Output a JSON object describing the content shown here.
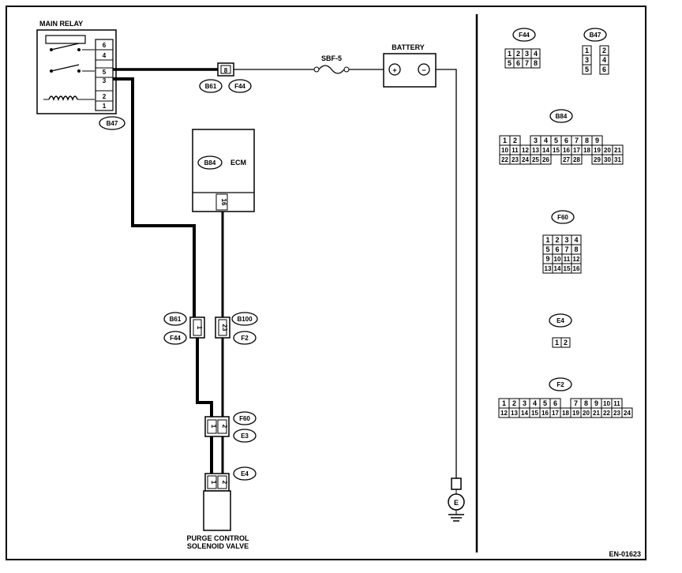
{
  "components": {
    "main_relay": {
      "label": "MAIN RELAY",
      "pins": [
        "6",
        "4",
        "5",
        "3",
        "2",
        "1"
      ]
    },
    "battery": {
      "label": "BATTERY",
      "plus": "+",
      "minus": "−"
    },
    "fuse": {
      "label": "SBF-5"
    },
    "ecm": {
      "label": "ECM",
      "connector": "B84",
      "pin": "16"
    },
    "purge_valve": {
      "label_line1": "PURGE CONTROL",
      "label_line2": "SOLENOID VALVE"
    },
    "ground": {
      "label": "E"
    }
  },
  "connector_tags": {
    "b47_relay": "B47",
    "b61_top": "B61",
    "f44_top": "F44",
    "b61_mid": "B61",
    "f44_mid": "F44",
    "b100": "B100",
    "f2_mid": "F2",
    "f60_low": "F60",
    "e3_low": "E3",
    "e4_valve": "E4"
  },
  "pin_labels": {
    "f44_pin": "8",
    "b61_pin": "1",
    "b100_pin": "23",
    "f60_pin1": "1",
    "f60_pin2": "2",
    "e4_pin1": "1",
    "e4_pin2": "2"
  },
  "legend": {
    "f44": {
      "label": "F44",
      "rows": [
        [
          "1",
          "2",
          "3",
          "4"
        ],
        [
          "5",
          "6",
          "7",
          "8"
        ]
      ]
    },
    "b47": {
      "label": "B47",
      "rows": [
        [
          "1",
          "",
          "2"
        ],
        [
          "3",
          "",
          "4"
        ],
        [
          "5",
          "",
          "6"
        ]
      ]
    },
    "b84": {
      "label": "B84",
      "rows": [
        [
          "1",
          "2",
          "",
          "3",
          "4",
          "5",
          "6",
          "7",
          "8",
          "9"
        ],
        [
          "10",
          "11",
          "12",
          "13",
          "14",
          "15",
          "16",
          "17",
          "18",
          "19",
          "20",
          "21"
        ],
        [
          "22",
          "23",
          "24",
          "25",
          "26",
          "",
          "27",
          "28",
          "",
          "29",
          "30",
          "31"
        ]
      ]
    },
    "f60": {
      "label": "F60",
      "rows": [
        [
          "1",
          "2",
          "3",
          "4"
        ],
        [
          "5",
          "6",
          "7",
          "8"
        ],
        [
          "9",
          "10",
          "11",
          "12"
        ],
        [
          "13",
          "14",
          "15",
          "16"
        ]
      ]
    },
    "e4": {
      "label": "E4",
      "rows": [
        [
          "1",
          "2"
        ]
      ]
    },
    "f2": {
      "label": "F2",
      "rows": [
        [
          "1",
          "2",
          "3",
          "4",
          "5",
          "6",
          "",
          "7",
          "8",
          "9",
          "10",
          "11"
        ],
        [
          "12",
          "13",
          "14",
          "15",
          "16",
          "17",
          "18",
          "19",
          "20",
          "21",
          "22",
          "23",
          "24"
        ]
      ]
    }
  },
  "footer": {
    "code": "EN-01623"
  }
}
